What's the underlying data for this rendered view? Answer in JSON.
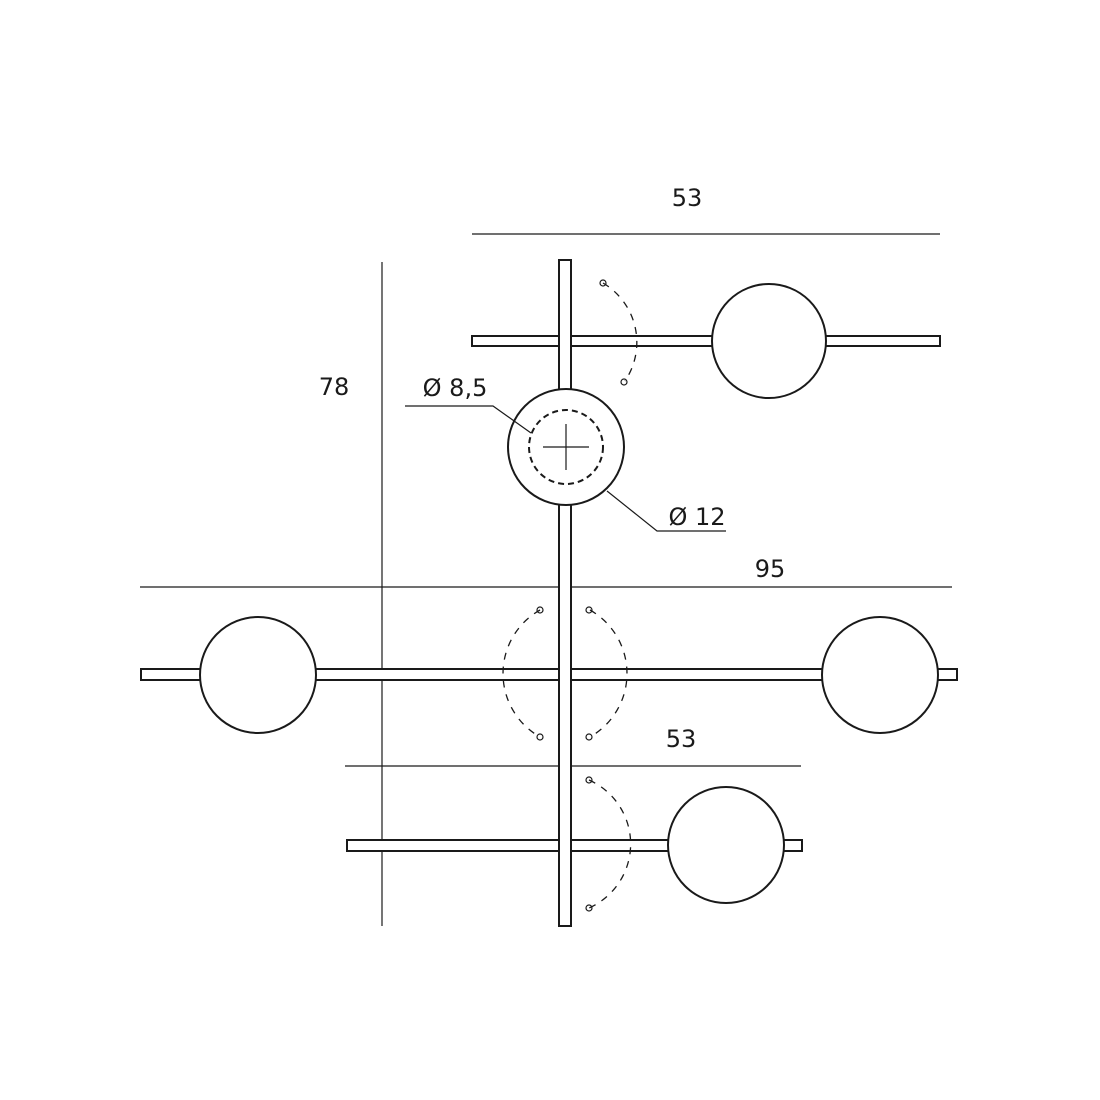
{
  "dimensions": {
    "top_width": "53",
    "total_width": "95",
    "bottom_width": "53",
    "height": "78",
    "inner_diameter": "Ø 8,5",
    "outer_diameter": "Ø 12"
  },
  "colors": {
    "line": "#1a1a1a",
    "background": "#ffffff"
  }
}
